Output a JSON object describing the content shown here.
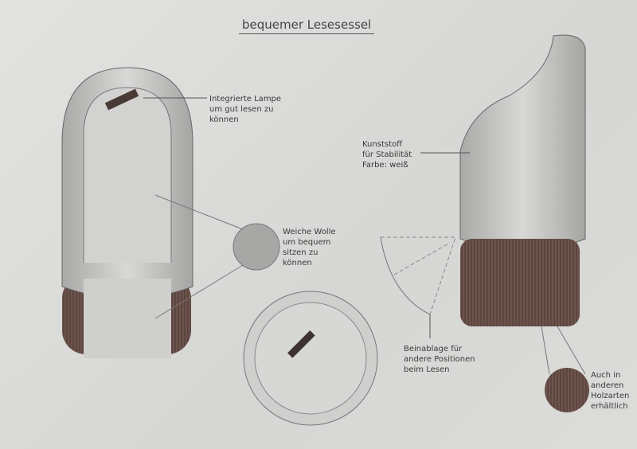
{
  "title": "bequemer Lesesessel",
  "annotations": {
    "lamp": [
      "Integrierte Lampe",
      "um gut lesen zu",
      "können"
    ],
    "wool": [
      "Weiche Wolle",
      "um bequem",
      "sitzen zu",
      "können"
    ],
    "plastic": [
      "Kunststoff",
      "für Stabilität",
      "Farbe: weiß"
    ],
    "legrest": [
      "Beinablage für",
      "andere Positionen",
      "beim Lesen"
    ],
    "wood": [
      "Auch in",
      "anderen",
      "Holzarten",
      "erhältlich"
    ]
  },
  "colors": {
    "wood": "#5a4038",
    "shell": "#c8c8c6",
    "pencil": "#555555"
  }
}
